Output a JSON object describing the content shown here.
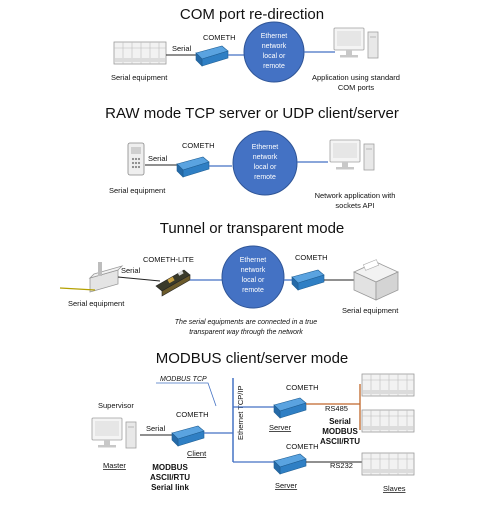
{
  "sections": [
    {
      "title": "COM port re-direction",
      "device": "COMETH",
      "serial": "Serial",
      "network": [
        "Ethernet",
        "network",
        "local or",
        "remote"
      ],
      "left": "Serial equipment",
      "right": [
        "Application using standard",
        "COM ports"
      ]
    },
    {
      "title": "RAW mode TCP server or UDP client/server",
      "device": "COMETH",
      "serial": "Serial",
      "network": [
        "Ethernet",
        "network",
        "local or",
        "remote"
      ],
      "left": "Serial equipment",
      "right": [
        "Network application with",
        "sockets API"
      ]
    },
    {
      "title": "Tunnel or transparent mode",
      "device": "COMETH-LITE",
      "device2": "COMETH",
      "serial": "Serial",
      "network": [
        "Ethernet",
        "network",
        "local or",
        "remote"
      ],
      "left": "Serial equipment",
      "right": "Serial equipment",
      "note": [
        "The serial equipments are connected in a true",
        "transparent way through the network"
      ]
    },
    {
      "title": "MODBUS client/server mode",
      "modbus_tcp": "MODBUS TCP",
      "supervisor": "Supervisor",
      "serial": "Serial",
      "device_client": "COMETH",
      "master": "Master",
      "client": "Client",
      "link": [
        "MODBUS",
        "ASCII/RTU",
        "Serial link"
      ],
      "bus": "Ethernet TCP/IP",
      "device_server1": "COMETH",
      "server1": "Server",
      "rs485": "RS485",
      "serial_modbus": [
        "Serial",
        "MODBUS",
        "ASCII/RTU"
      ],
      "device_server2": "COMETH",
      "server2": "Server",
      "rs232": "RS232",
      "slaves": "Slaves"
    }
  ],
  "colors": {
    "cloud": "#4472c4",
    "cloud_border": "#2f5597",
    "device": "#3d8ed1",
    "line": "#4472c4",
    "cable": "#222222"
  }
}
